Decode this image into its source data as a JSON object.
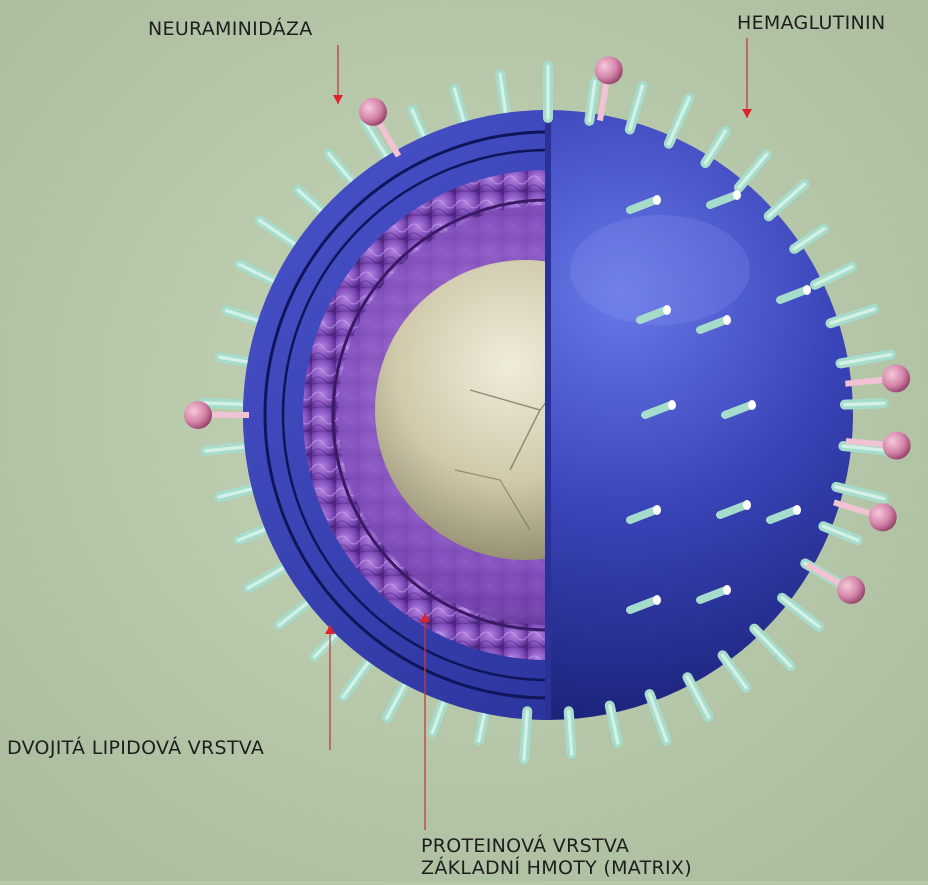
{
  "labels": {
    "neuraminidase": "NEURAMINIDÁZA",
    "hemagglutinin": "HEMAGLUTININ",
    "lipid_bilayer": "DVOJITÁ LIPIDOVÁ VRSTVA",
    "protein_layer_line1": "PROTEINOVÁ VRSTVA",
    "protein_layer_line2": "ZÁKLADNÍ HMOTY (MATRIX)"
  },
  "colors": {
    "background": "#b6c7aa",
    "envelope_blue": "#3a42b8",
    "matrix_purple": "#8a55c4",
    "core_beige": "#d8d2b6",
    "spike_teal": "#a6dccb",
    "knob_pink": "#d98fb0",
    "pointer_red": "#e0202a"
  },
  "icons": {
    "spike": "hemagglutinin-spike-icon",
    "knob": "neuraminidase-knob-icon"
  }
}
